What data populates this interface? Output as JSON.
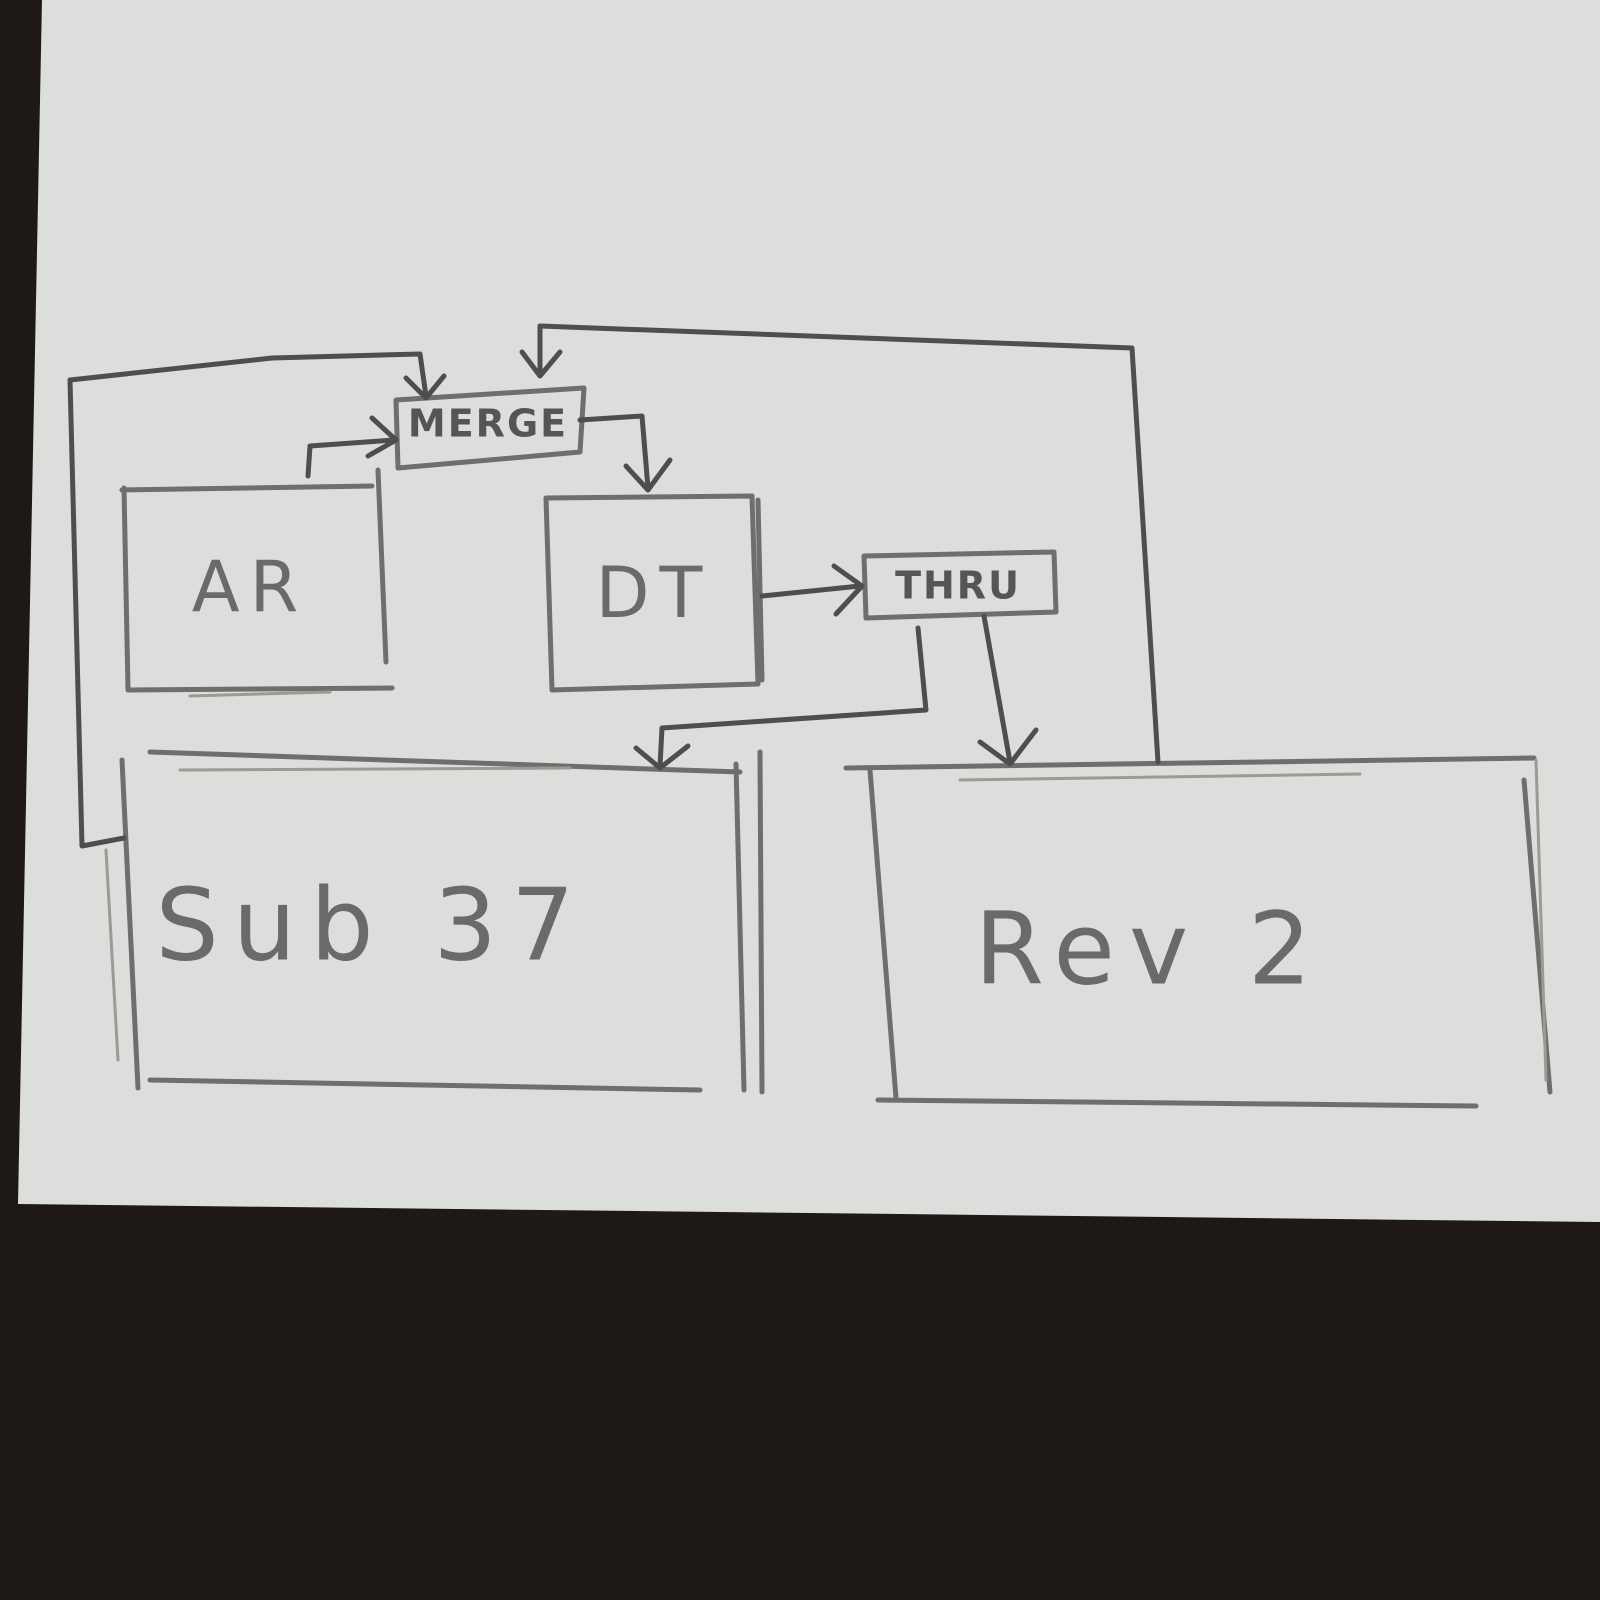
{
  "diagram": {
    "nodes": {
      "merge": {
        "label": "MERGE"
      },
      "ar": {
        "label": "AR"
      },
      "dt": {
        "label": "DT"
      },
      "thru": {
        "label": "THRU"
      },
      "sub37": {
        "label": "Sub 37"
      },
      "rev2": {
        "label": "Rev 2"
      }
    },
    "edges": [
      {
        "from": "ar",
        "to": "merge"
      },
      {
        "from": "sub37",
        "to": "merge"
      },
      {
        "from": "rev2",
        "to": "merge"
      },
      {
        "from": "merge",
        "to": "dt"
      },
      {
        "from": "dt",
        "to": "thru"
      },
      {
        "from": "thru",
        "to": "sub37"
      },
      {
        "from": "thru",
        "to": "rev2"
      }
    ]
  }
}
